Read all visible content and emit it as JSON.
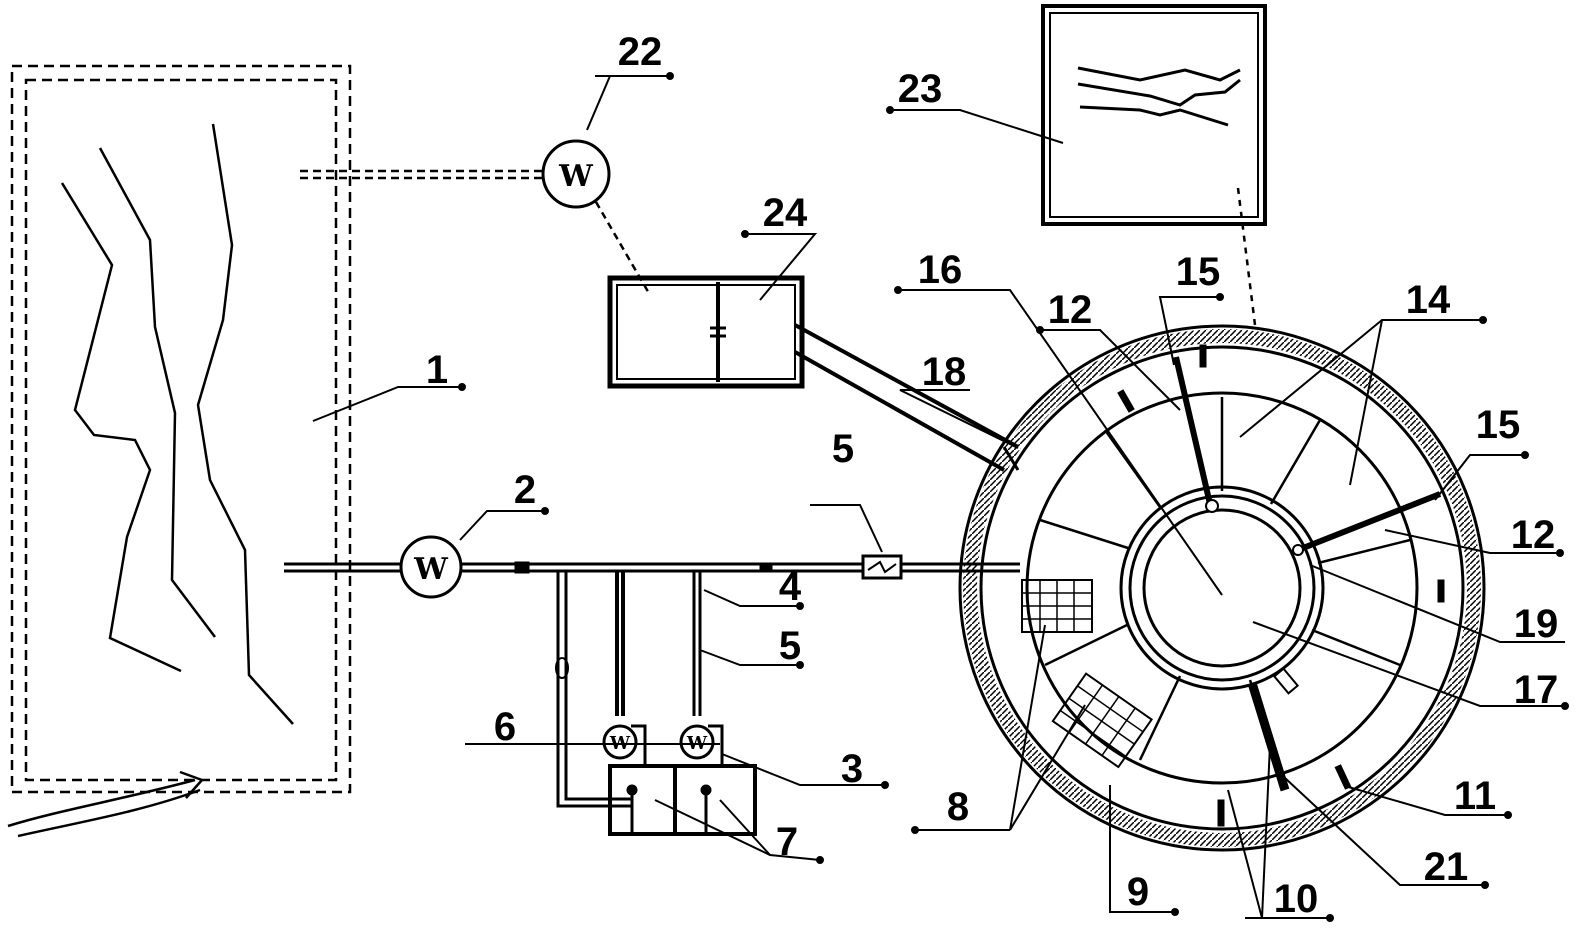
{
  "meter_symbol": "W",
  "labels": {
    "l1": "1",
    "l2": "2",
    "l3": "3",
    "l4": "4",
    "l5a": "5",
    "l5b": "5",
    "l6": "6",
    "l7": "7",
    "l8": "8",
    "l9": "9",
    "l10": "10",
    "l11": "11",
    "l12a": "12",
    "l12b": "12",
    "l14": "14",
    "l15a": "15",
    "l15b": "15",
    "l16": "16",
    "l17": "17",
    "l18": "18",
    "l19": "19",
    "l21": "21",
    "l22": "22",
    "l23": "23",
    "l24": "24"
  }
}
